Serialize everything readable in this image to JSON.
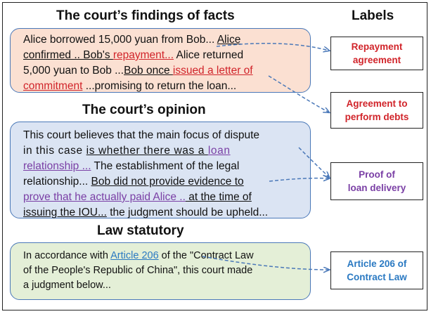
{
  "headings": {
    "facts": "The court’s findings of facts",
    "labels": "Labels",
    "opinion": "The court’s opinion",
    "law": "Law statutory"
  },
  "facts": {
    "l1_a": "Alice borrowed 15,000 yuan from Bob... ",
    "l1_b": "Alice",
    "l2_a": "confirmed .. Bob's ",
    "l2_b": "repayment...",
    "l2_c": " Alice returned",
    "l3_a": "5,000 yuan to Bob ...",
    "l3_b": "Bob once ",
    "l3_c": "issued a letter of",
    "l4_a": "commitment",
    "l4_b": " ...promising to return the loan..."
  },
  "opinion": {
    "l1": "This court believes that the main focus of dispute",
    "l2_a": "in this case ",
    "l2_b": "is whether there was a ",
    "l2_c": "loan",
    "l3_a": "relationship ...",
    "l3_b": " The establishment of the legal",
    "l4_a": "relationship... ",
    "l4_b": "Bob did not provide evidence to",
    "l5_a": "prove that he actually paid Alice ..",
    "l5_b": " at the time of",
    "l6_a": "issuing the IOU...",
    "l6_b": " the judgment should be upheld..."
  },
  "law": {
    "l1_a": "In accordance with ",
    "l1_b": "Article 206",
    "l1_c": " of the \"Contract Law",
    "l2": "of the People's Republic of China\", this court made",
    "l3": "a judgment below..."
  },
  "labels": {
    "repayment_1": "Repayment",
    "repayment_2": "agreement",
    "agreement_1": "Agreement to",
    "agreement_2": "perform debts",
    "proof_1": "Proof of",
    "proof_2": "loan delivery",
    "article_1": "Article 206 of",
    "article_2": "Contract Law"
  },
  "colors": {
    "red": "#d1242a",
    "purple": "#7a3fa5",
    "blue": "#2a79c2",
    "arrow": "#4a78b8"
  }
}
